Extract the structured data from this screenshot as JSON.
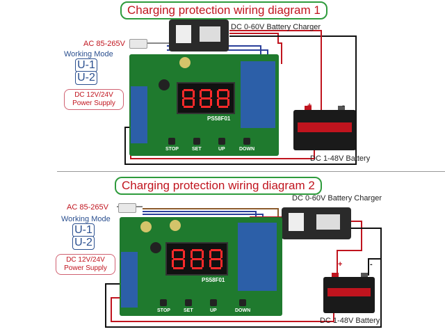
{
  "diagram1": {
    "title": "Charging protection wiring diagram 1",
    "ac_label": "AC 85-265V",
    "charger_label": "DC 0-60V Battery Charger",
    "working_mode_label": "Working Mode",
    "modes": [
      "U-1",
      "U-2"
    ],
    "power_supply_line1": "DC 12V/24V",
    "power_supply_line2": "Power Supply",
    "battery_label": "DC 1-48V Battery",
    "module_model": "PS58F01",
    "buttons": [
      "STOP",
      "SET",
      "UP",
      "DOWN"
    ]
  },
  "diagram2": {
    "title": "Charging protection wiring diagram 2",
    "ac_label": "AC 85-265V",
    "charger_label": "DC 0-60V Battery Charger",
    "working_mode_label": "Working Mode",
    "modes": [
      "U-1",
      "U-2"
    ],
    "power_supply_line1": "DC 12V/24V",
    "power_supply_line2": "Power Supply",
    "battery_label": "DC 1-48V Battery",
    "module_model": "PS58F01",
    "buttons": [
      "STOP",
      "SET",
      "UP",
      "DOWN"
    ]
  },
  "colors": {
    "red_wire": "#d11a1a",
    "black_wire": "#111111",
    "blue_wire": "#2a3f9a",
    "pcb": "#1f7a2e",
    "relay": "#2c5fa8",
    "title_border": "#2e9b3c"
  }
}
